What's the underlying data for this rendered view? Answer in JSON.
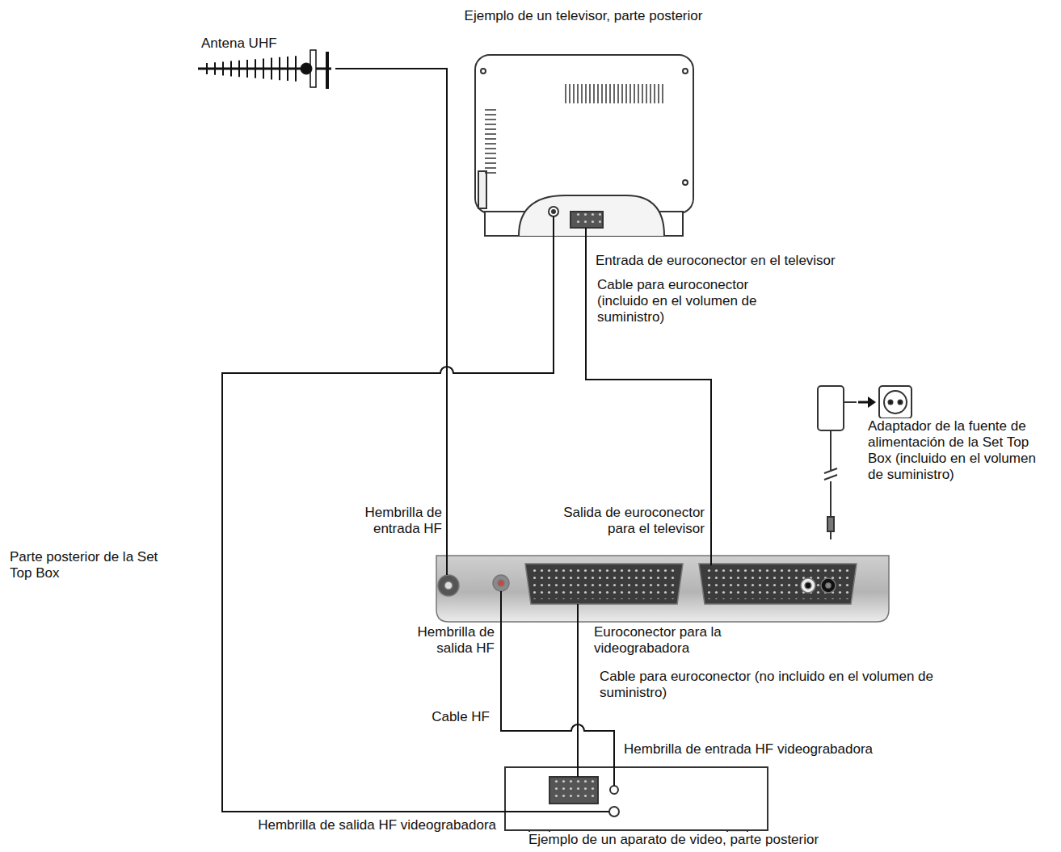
{
  "diagram": {
    "nodes": [
      {
        "text": [
          "Antena UHF"
        ]
      },
      {
        "text": [
          "Ejemplo de un televisor, parte posterior"
        ]
      },
      {
        "text": [
          "Adaptador de la fuente de alimentación de la Set Top Box (incluido en el volumen de suministro)"
        ]
      },
      {
        "text": [
          "Parte posterior de la Set Top Box"
        ]
      },
      {
        "text": [
          "Ejemplo de un aparato de video, parte posterior"
        ]
      }
    ],
    "edges": [
      {
        "from": 0,
        "to": 3,
        "arrow": "none"
      },
      {
        "from": 4,
        "to": 1,
        "arrow": "none"
      },
      {
        "from": 3,
        "to": 1,
        "label": "Cable para euroconector (incluido en el volumen de suministro)",
        "arrow": "none"
      },
      {
        "from": 3,
        "to": 4,
        "label": "Cable para euroconector (no incluido en el volumen de suministro)",
        "arrow": "none"
      },
      {
        "from": 3,
        "to": 4,
        "label": "Cable HF",
        "arrow": "none"
      }
    ],
    "labels": [
      "Entrada de euroconector en el televisor",
      "Hembrilla de entrada HF",
      "Salida de euroconector para el televisor",
      "Hembrilla de salida HF",
      "Euroconector para la videograbadora",
      "Hembrilla de entrada HF videograbadora",
      "Hembrilla de salida HF videograbadora"
    ]
  }
}
